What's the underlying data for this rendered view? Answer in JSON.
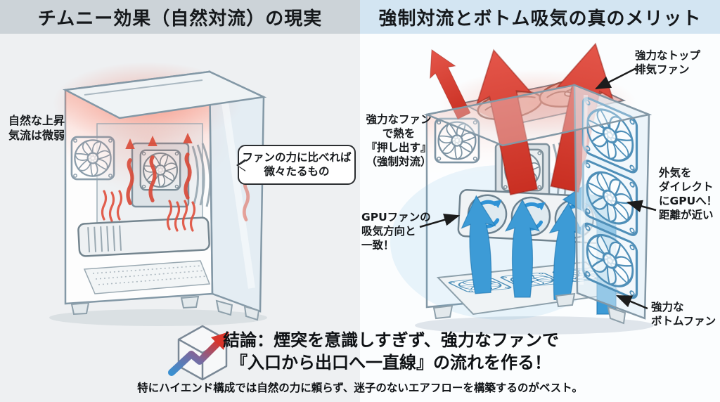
{
  "colors": {
    "accent_red": "#d4392b",
    "accent_blue": "#3d9bd6",
    "title_left_bg": "#ccd3d8",
    "title_right_bg": "#d3e5f2",
    "panel_left_bg": "#eef0f2",
    "panel_right_bg": "#fbfdfe",
    "ink": "#16191c"
  },
  "left_panel": {
    "title": "チムニー効果（自然対流）の現実",
    "weak_airflow_label": "自然な上昇\n気流は微弱",
    "bubble_label": "ファンの力に比べれば\n微々たるもの"
  },
  "right_panel": {
    "title": "強制対流とボトム吸気の真のメリット",
    "top_exhaust_label": "強力なトップ\n排気ファン",
    "push_out_label": "強力なファン\nで熱を\n『押し出す』\n（強制対流）",
    "direct_gpu_label": "外気を\nダイレクト\nにGPUへ！\n距離が近い",
    "gpu_fan_label": "GPUファンの\n吸気方向と\n一致！",
    "bottom_fan_label": "強力な\nボトムファン"
  },
  "footer": {
    "conclusion_line1": "結論：煙突を意識しすぎず、強力なファンで",
    "conclusion_line2": "『入口から出口へ一直線』の流れを作る！",
    "note": "特にハイエンド構成では自然の力に頼らず、迷子のないエアフローを構築するのがベスト。"
  }
}
